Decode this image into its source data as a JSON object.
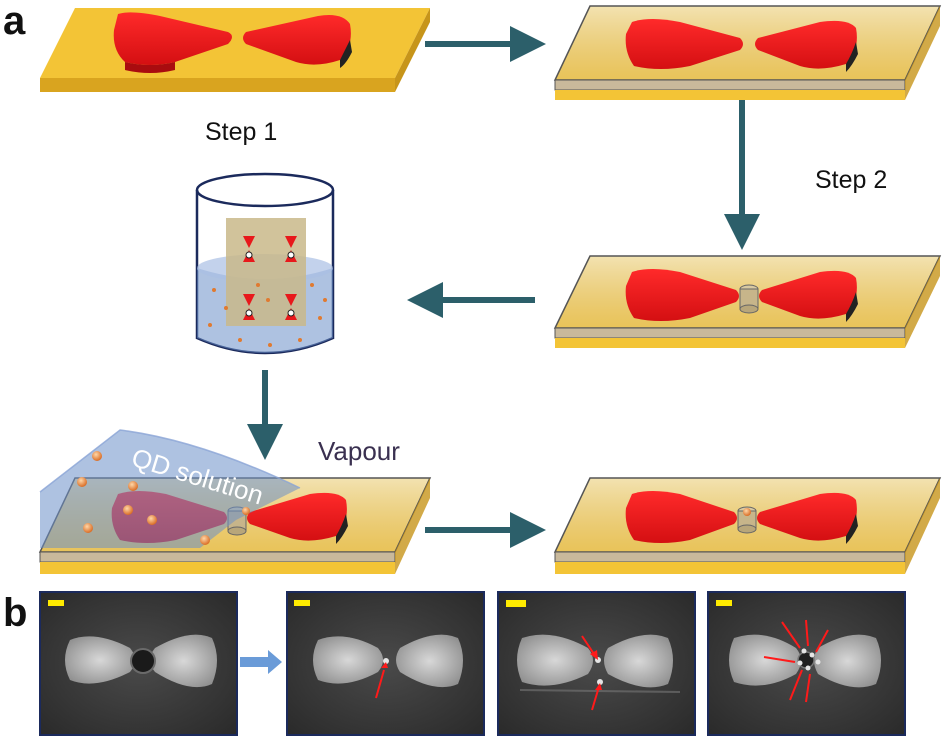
{
  "panels": {
    "a": "a",
    "b": "b"
  },
  "labels": {
    "step1": "Step 1",
    "step2": "Step 2",
    "vapour": "Vapour",
    "qd_solution": "QD solution"
  },
  "colors": {
    "gold": "#f3c436",
    "gold_dark": "#d9a41f",
    "antenna_red": "#e8181b",
    "arrow_teal": "#2c5f6a",
    "liquid_blue": "#6b8fc9",
    "sem_arrow_blue": "#6a9bd8",
    "scale_bar_yellow": "#ffeb00",
    "marker_red": "#ff1a1a"
  }
}
